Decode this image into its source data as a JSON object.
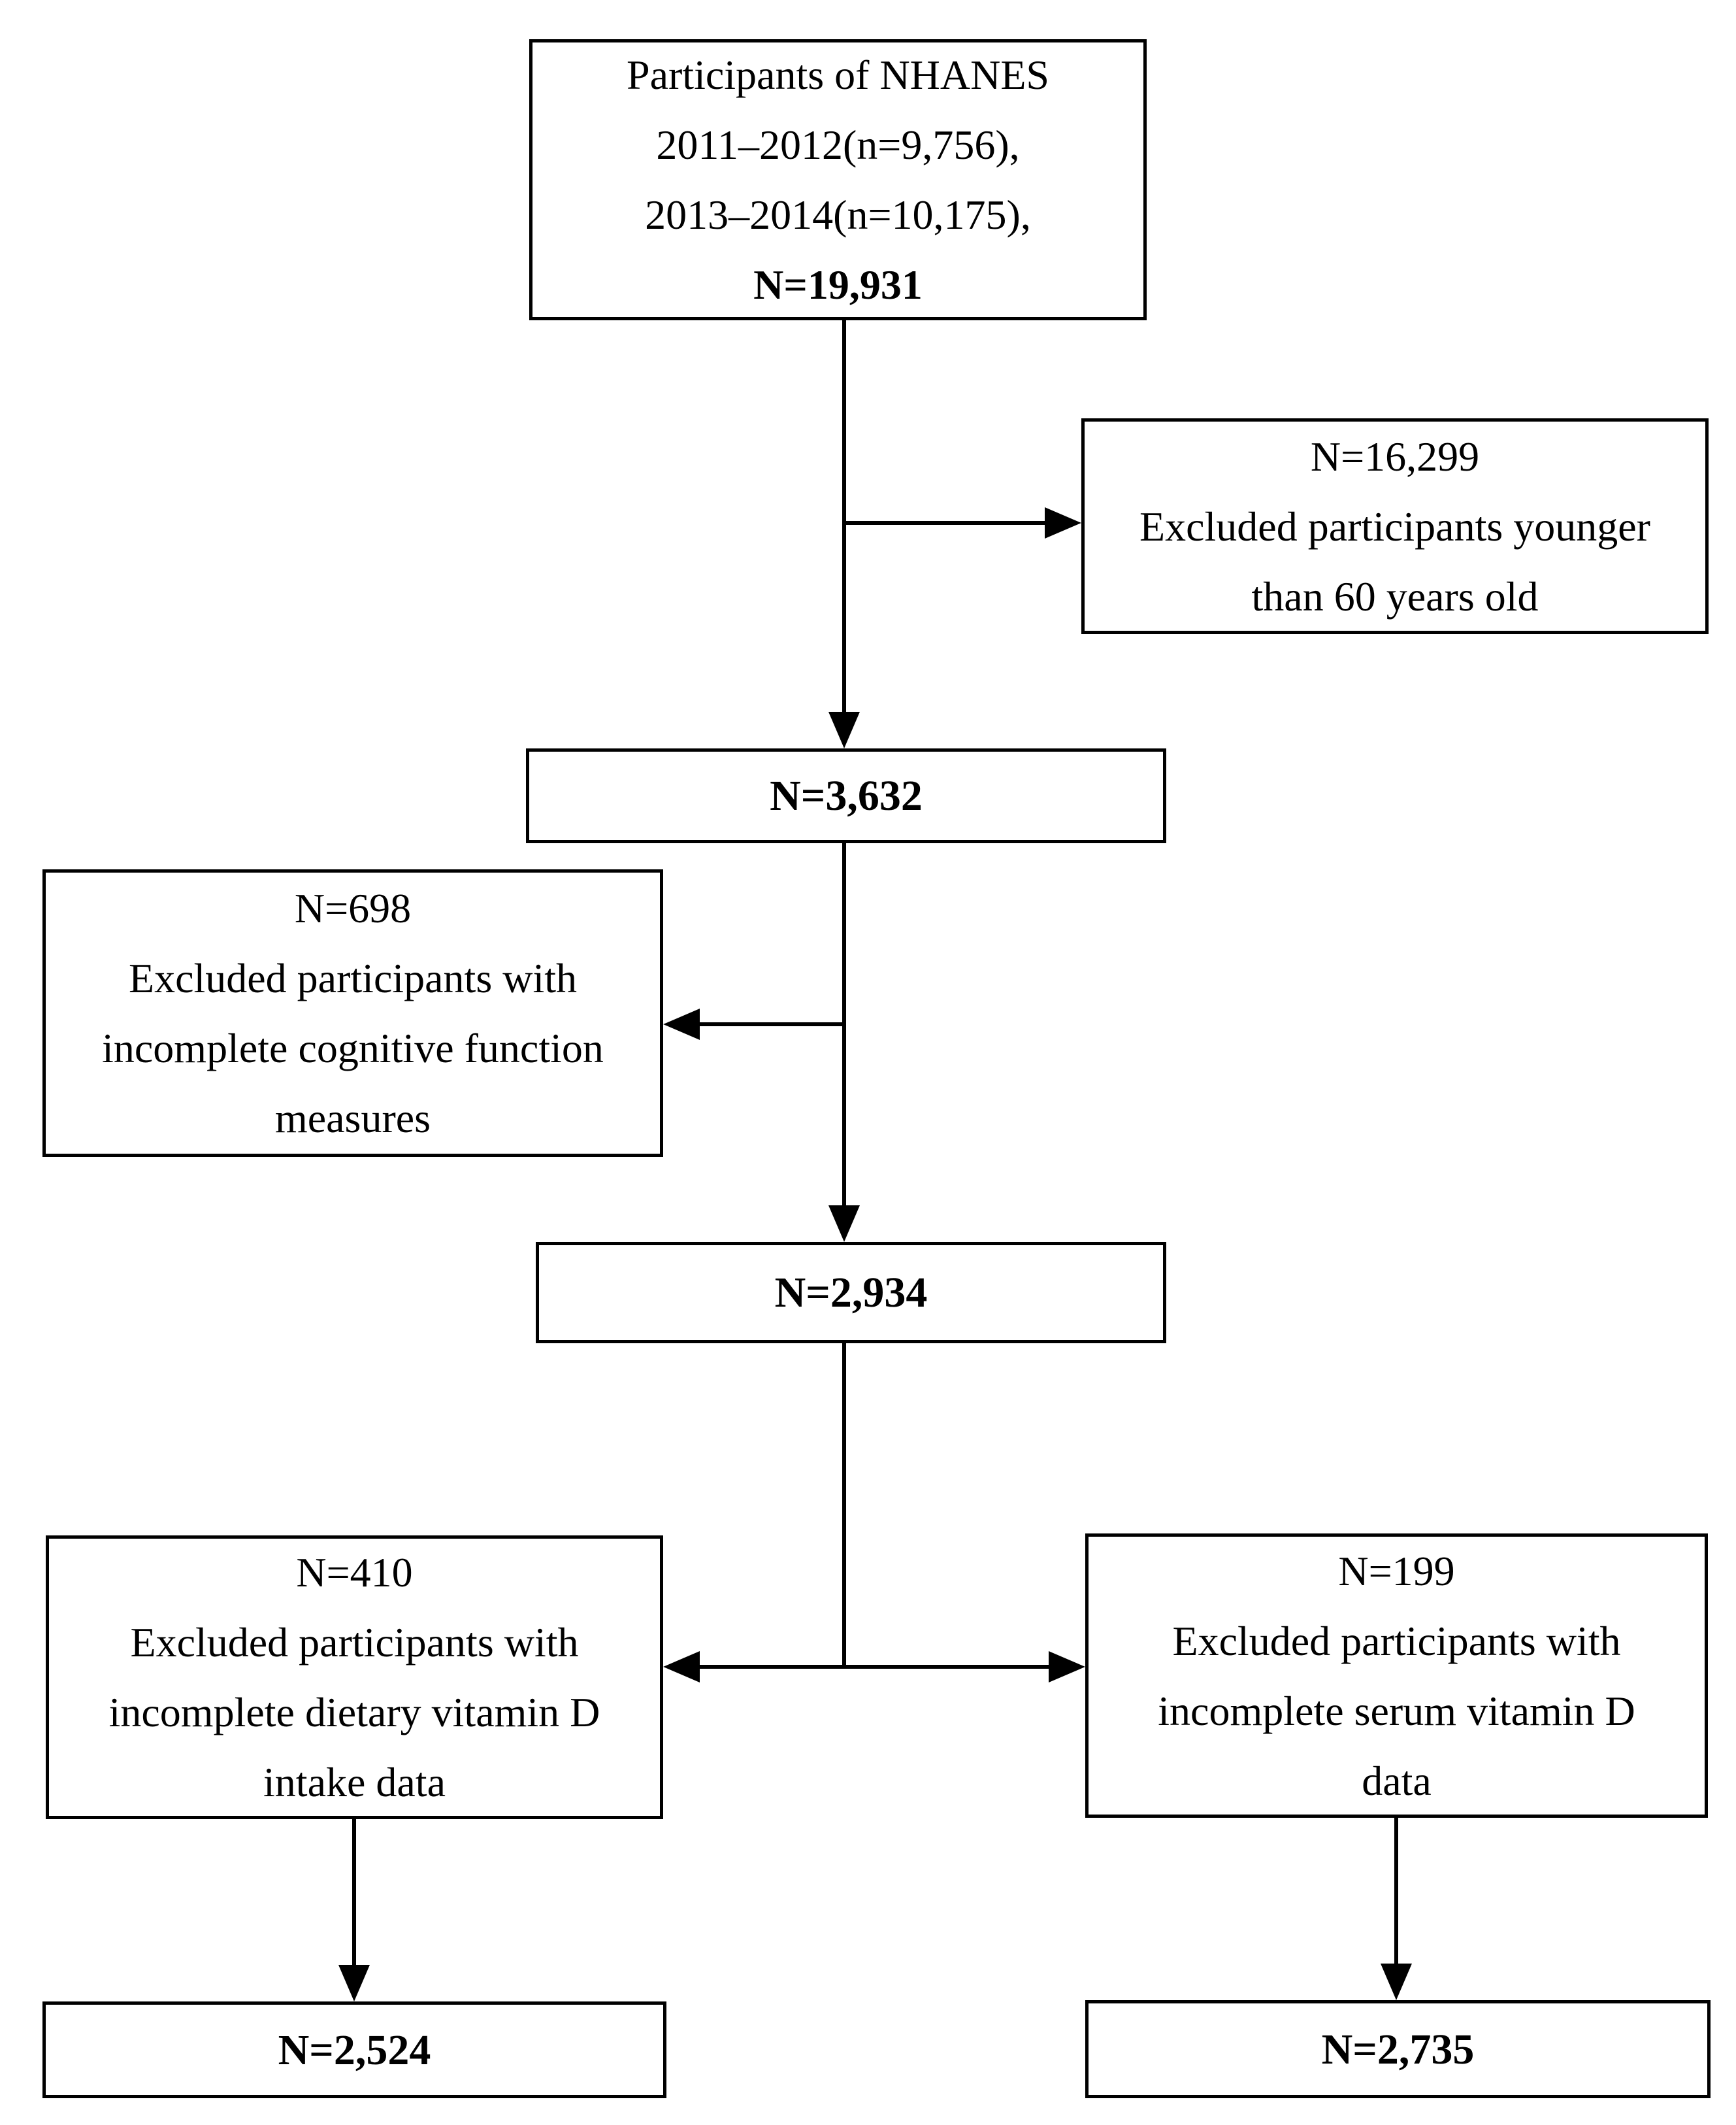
{
  "colors": {
    "background": "#ffffff",
    "line": "#000000",
    "text": "#000000"
  },
  "flowchart": {
    "source_box": {
      "lines": [
        "Participants of NHANES",
        "2011–2012(n=9,756),",
        "2013–2014(n=10,175),",
        "N=19,931"
      ]
    },
    "excluded_age_box": {
      "lines": [
        "N=16,299",
        "Excluded participants younger",
        "than 60 years old"
      ]
    },
    "after_age_box": {
      "label": "N=3,632"
    },
    "excluded_cognitive_box": {
      "lines": [
        "N=698",
        "Excluded participants with",
        "incomplete cognitive function",
        "measures"
      ]
    },
    "after_cognitive_box": {
      "label": "N=2,934"
    },
    "excluded_dietary_box": {
      "lines": [
        "N=410",
        "Excluded participants with",
        "incomplete dietary vitamin D",
        "intake data"
      ]
    },
    "excluded_serum_box": {
      "lines": [
        "N=199",
        "Excluded participants with",
        "incomplete serum vitamin D",
        "data"
      ]
    },
    "final_dietary_box": {
      "label": "N=2,524"
    },
    "final_serum_box": {
      "label": "N=2,735"
    }
  }
}
